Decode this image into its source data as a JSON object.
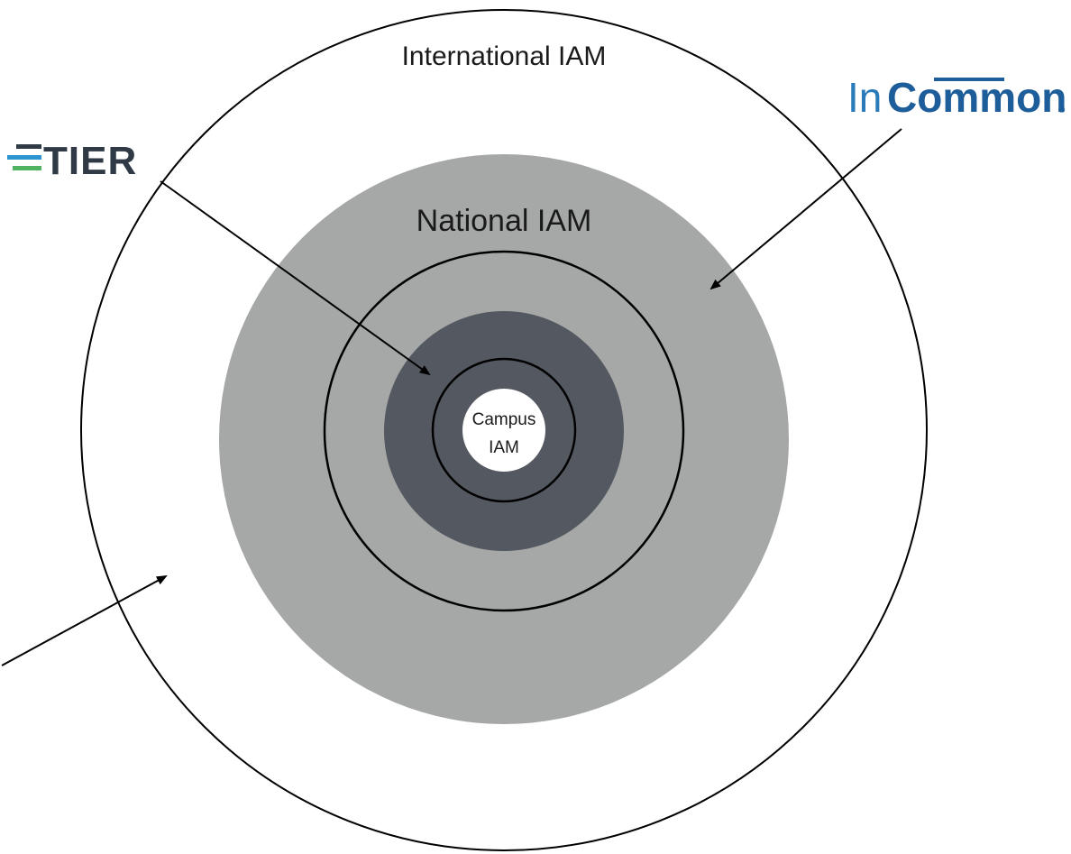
{
  "diagram": {
    "rings": {
      "international": "International IAM",
      "national": "National IAM",
      "campus_line1": "Campus",
      "campus_line2": "IAM"
    },
    "logos": {
      "tier": "TIER",
      "incommon_in": "In",
      "incommon_common": "Common",
      "incommon_reg": "®"
    },
    "colors": {
      "outer_band": "#ffffff",
      "national_band": "#a5a8a6",
      "inner_band": "#545860",
      "campus_core": "#ffffff",
      "stroke": "#000000",
      "tier_bar_blue": "#2e95d3",
      "tier_bar_green": "#4fb360",
      "incommon_in": "#2b7bb9",
      "incommon_common": "#1d5d99"
    }
  }
}
